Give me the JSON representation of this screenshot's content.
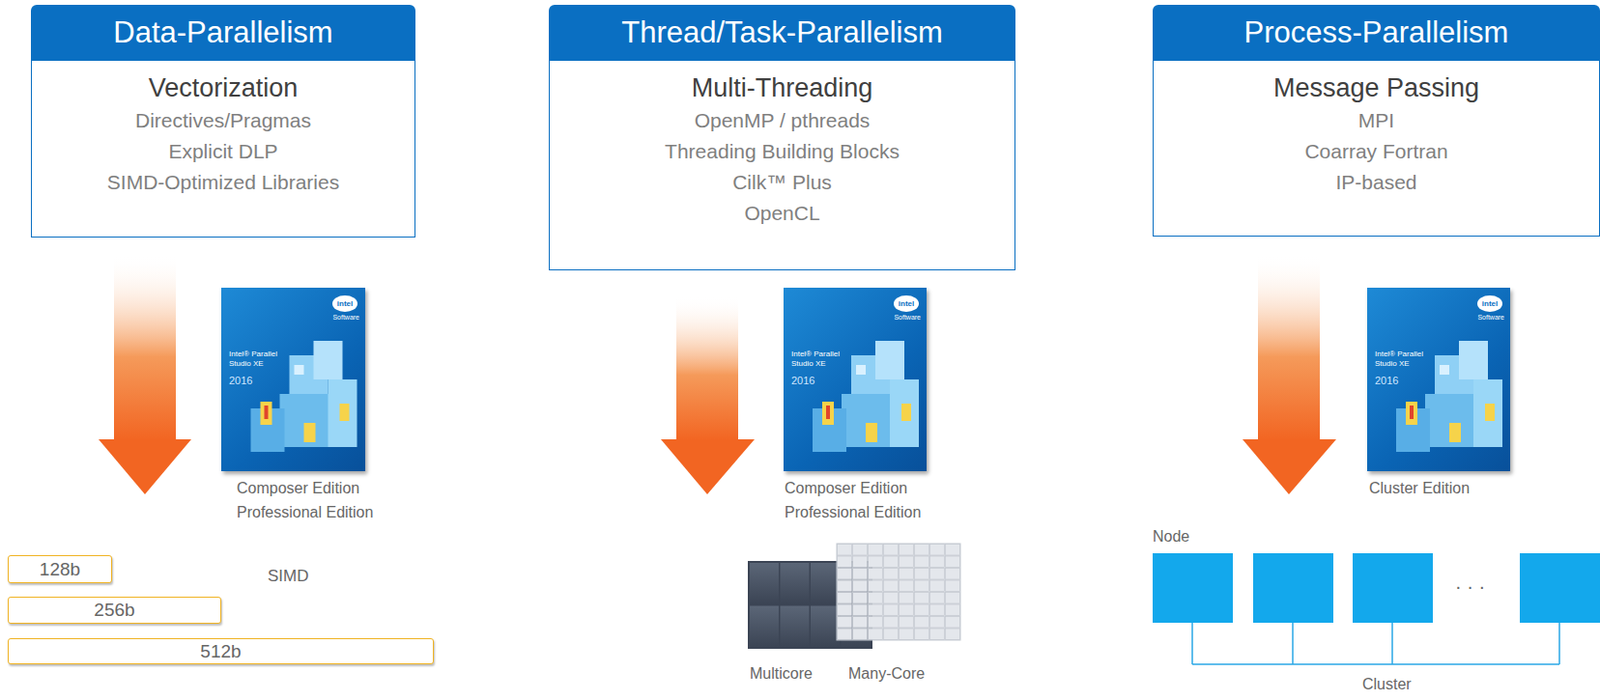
{
  "diagram": {
    "nodes": [
      {
        "text": [
          "Data-Parallelism",
          "Vectorization",
          "Directives/Pragmas",
          "Explicit DLP",
          "SIMD-Optimized Libraries"
        ]
      },
      {
        "text": [
          "Thread/Task-Parallelism",
          "Multi-Threading",
          "OpenMP / pthreads",
          "Threading Building Blocks",
          "Cilk™ Plus",
          "OpenCL"
        ]
      },
      {
        "text": [
          "Process-Parallelism",
          "Message Passing",
          "MPI",
          "Coarray Fortran",
          "IP-based"
        ]
      },
      {
        "text": [
          "intel",
          "Software",
          "Intel® Parallel Studio XE",
          "2016"
        ]
      },
      {
        "text": [
          "intel",
          "Software",
          "Intel® Parallel Studio XE",
          "2016"
        ]
      },
      {
        "text": [
          "intel",
          "Software",
          "Intel® Parallel Studio XE",
          "2016"
        ]
      },
      {
        "text": [
          "128b"
        ]
      },
      {
        "text": [
          "256b"
        ]
      },
      {
        "text": [
          "512b"
        ]
      }
    ],
    "edges": [],
    "labels": [
      "Composer Edition",
      "Professional Edition",
      "Composer Edition",
      "Professional Edition",
      "Cluster Edition",
      "SIMD",
      "Multicore",
      "Many-Core",
      "Node",
      "· · ·",
      "Cluster"
    ]
  }
}
